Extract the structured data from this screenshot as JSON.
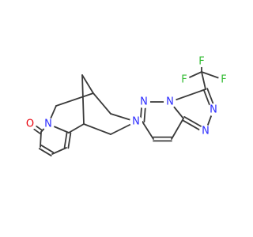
{
  "molecule": {
    "atom_labels": {
      "o1": "O",
      "n_pyridone": "N",
      "n_amine": "N",
      "n_pyridazine": "N",
      "n_bridge": "N",
      "n_triazole_a": "N",
      "n_triazole_b": "N",
      "f1": "F",
      "f2": "F",
      "f3": "F"
    },
    "colors": {
      "bond": "#3a3a3a",
      "nitrogen": "#2b2bff",
      "oxygen": "#e8000b",
      "fluorine": "#33bb33"
    }
  }
}
